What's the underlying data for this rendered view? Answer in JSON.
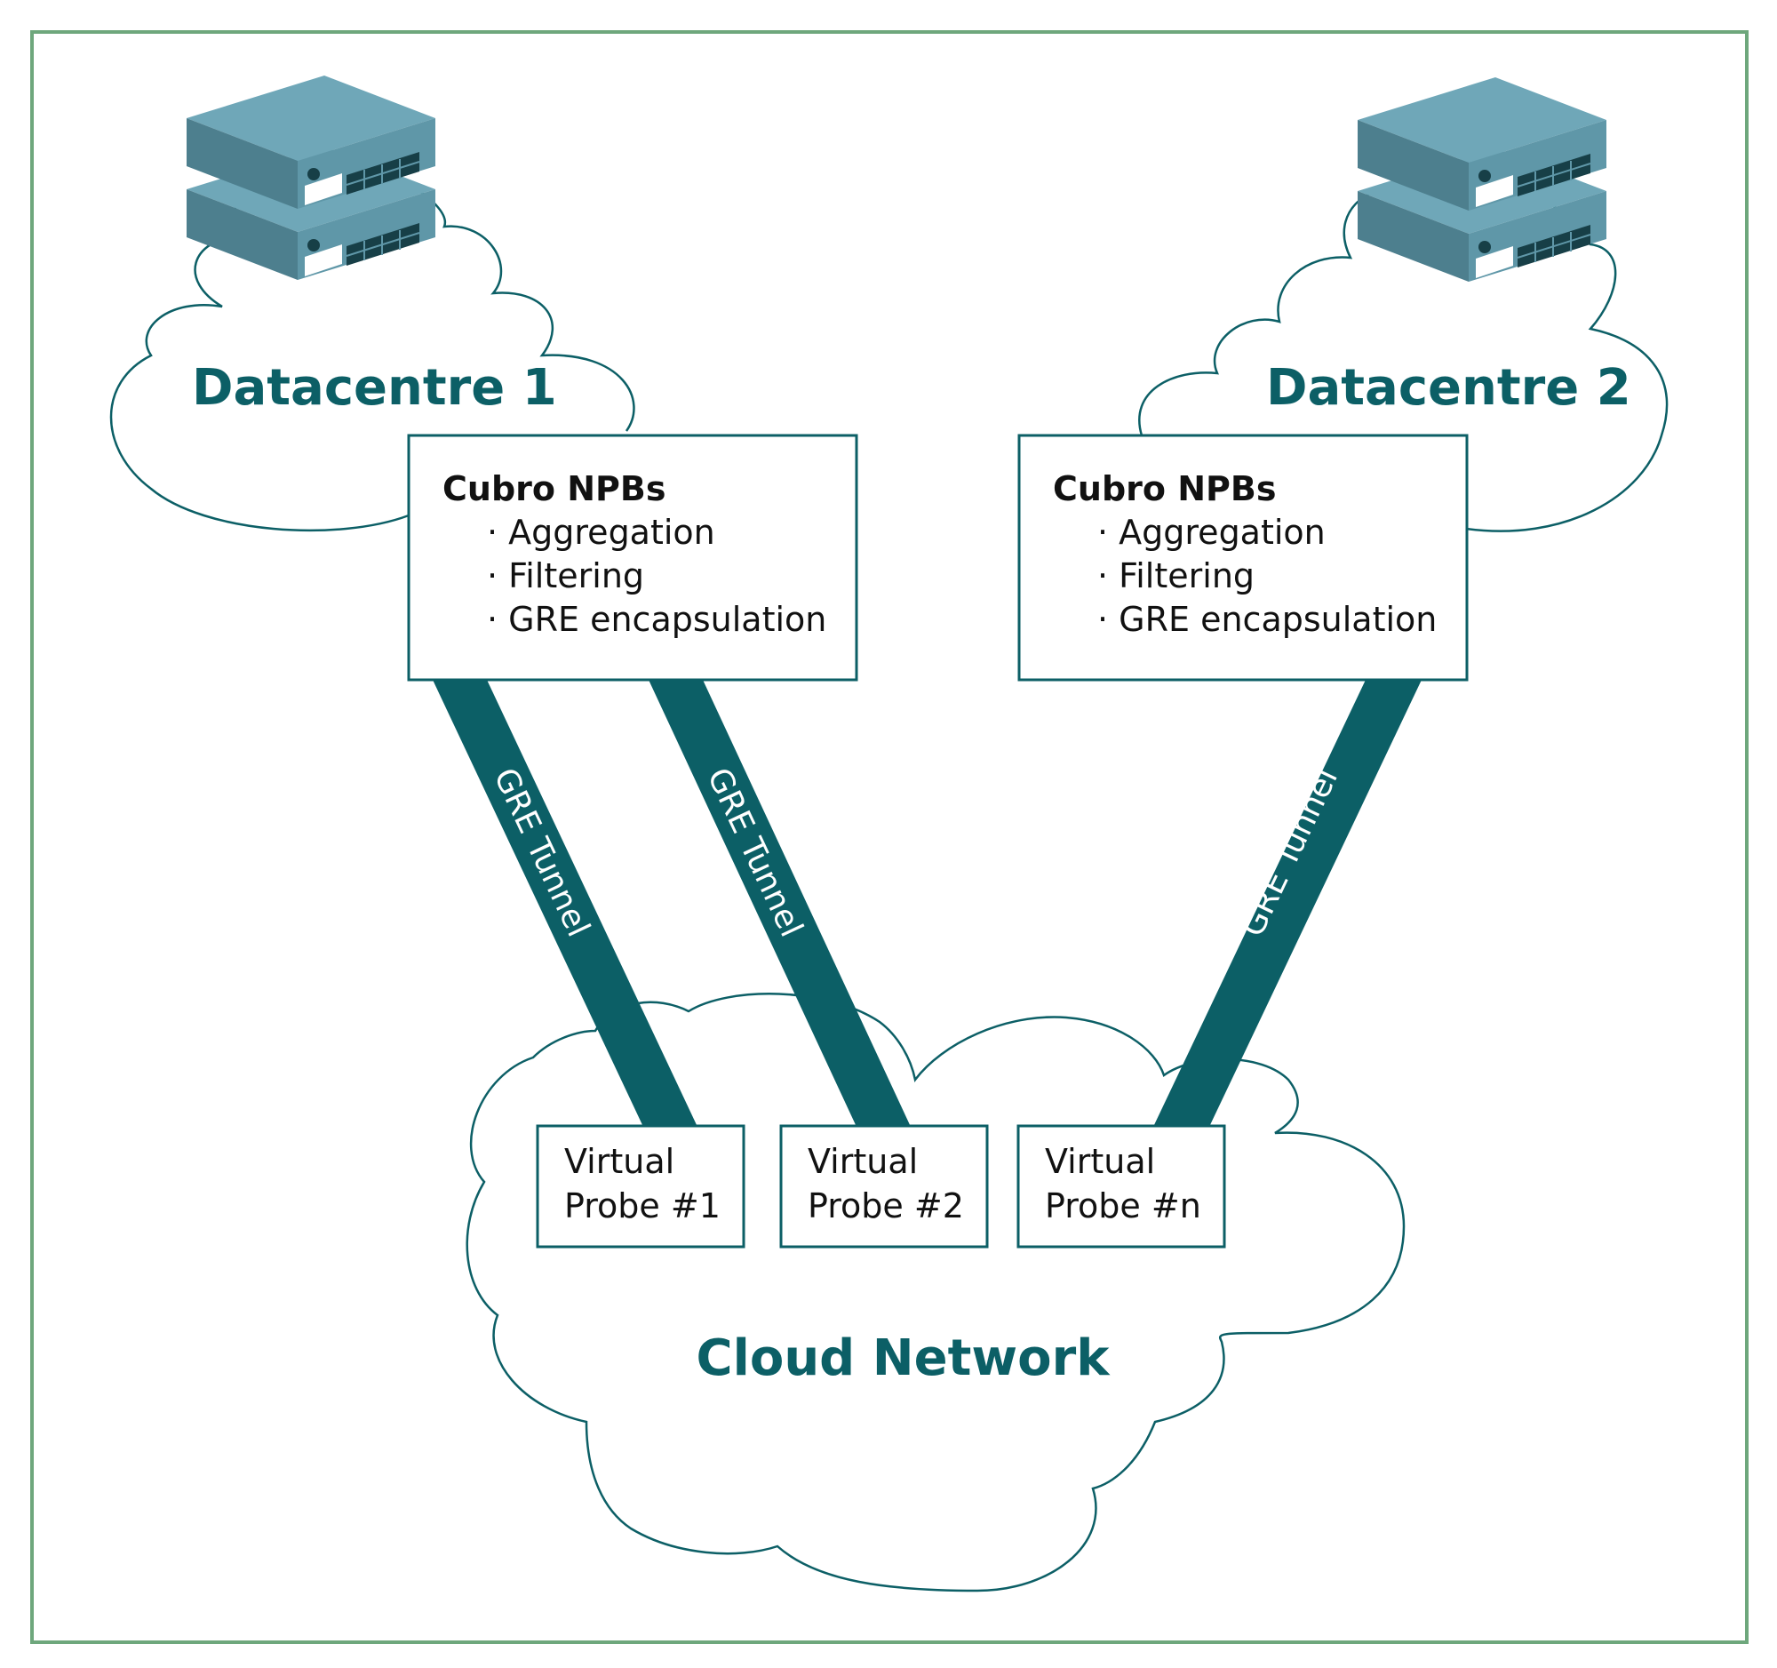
{
  "datacentres": [
    {
      "name": "Datacentre 1",
      "npb": {
        "heading": "Cubro NPBs",
        "items": [
          "· Aggregation",
          "· Filtering",
          "· GRE encapsulation"
        ]
      }
    },
    {
      "name": "Datacentre 2",
      "npb": {
        "heading": "Cubro NPBs",
        "items": [
          "· Aggregation",
          "· Filtering",
          "· GRE encapsulation"
        ]
      }
    }
  ],
  "tunnels": [
    "GRE Tunnel",
    "GRE Tunnel",
    "GRE Tunnel"
  ],
  "cloud": {
    "name": "Cloud Network",
    "probes": [
      {
        "line1": "Virtual",
        "line2": "Probe #1"
      },
      {
        "line1": "Virtual",
        "line2": "Probe #2"
      },
      {
        "line1": "Virtual",
        "line2": "Probe #n"
      }
    ]
  },
  "colors": {
    "frame": "#6ea77c",
    "teal": "#0c5f66",
    "server_top": "#6fa7b8",
    "server_front": "#4d7f8e",
    "server_side": "#5b92a3"
  }
}
